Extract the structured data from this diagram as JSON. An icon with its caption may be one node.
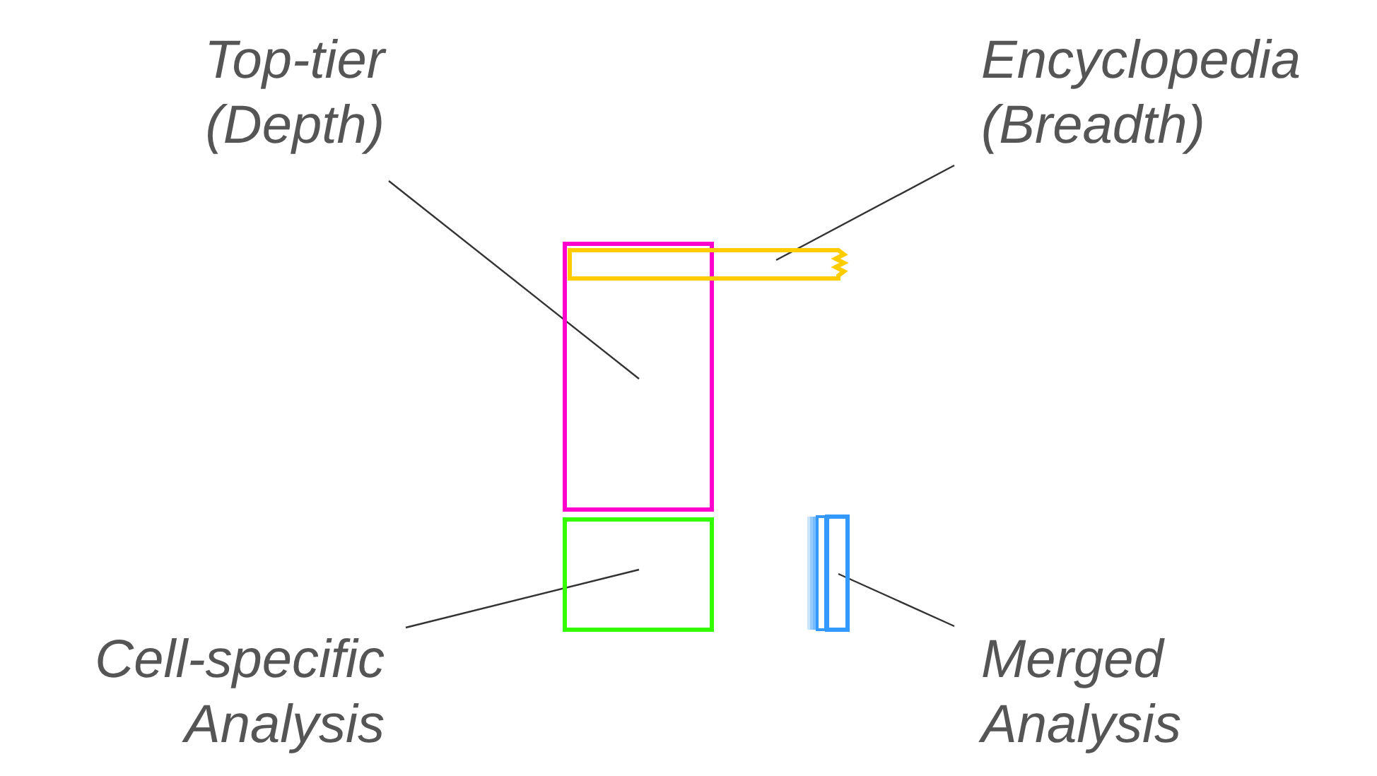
{
  "diagram": {
    "nodes": [
      {
        "text": [
          "Top-tier (Depth)"
        ]
      },
      {
        "text": [
          "Encyclopedia (Breadth)"
        ]
      },
      {
        "text": [
          "Cell-specific Analysis"
        ]
      },
      {
        "text": [
          "Merged Analysis"
        ]
      },
      {
        "text": [],
        "shape": "box"
      },
      {
        "text": [],
        "shape": "bar"
      },
      {
        "text": [],
        "shape": "box"
      },
      {
        "text": [],
        "shape": "bar"
      }
    ],
    "edges": [
      {
        "from": 0,
        "to": 4,
        "arrow": "none"
      },
      {
        "from": 1,
        "to": 5,
        "arrow": "none"
      },
      {
        "from": 2,
        "to": 6,
        "arrow": "none"
      },
      {
        "from": 3,
        "to": 7,
        "arrow": "none"
      }
    ]
  }
}
